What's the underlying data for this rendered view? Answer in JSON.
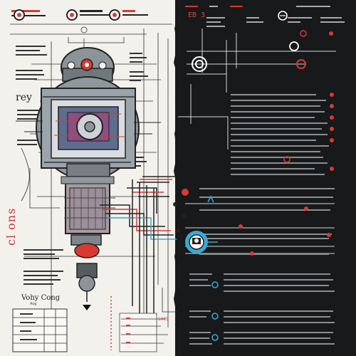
{
  "texts": {
    "left_title": "rey",
    "left_vertical": "cl ons",
    "bottom_label": "Vohy Cong",
    "bottom_sub": "Aog",
    "right_code": "EB 3",
    "box_label": "1005"
  },
  "colors": {
    "accent_red": "#d9392f",
    "dark_panel": "#17191b",
    "paper": "#f2f1ec",
    "line_dark": "#2b2f33",
    "cyan": "#3aa8d8"
  },
  "icons": [
    "top-circle-icon",
    "target-circle-icon",
    "gear-icon",
    "camera-icon",
    "cable-icon"
  ]
}
